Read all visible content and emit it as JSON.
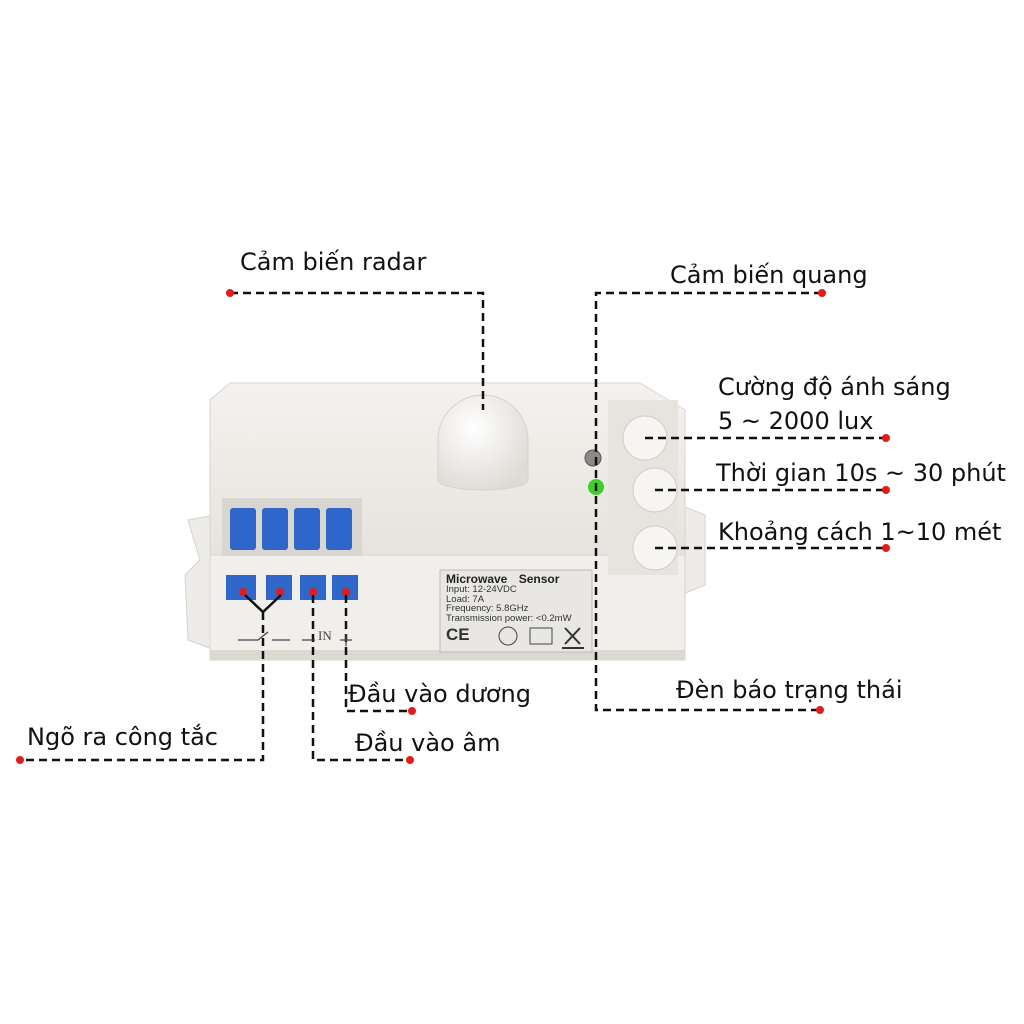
{
  "labels": {
    "radar": "Cảm biến radar",
    "light_sensor": "Cảm biến quang",
    "light_intensity": "Cường độ ánh sáng",
    "light_range": "5 ~ 2000 lux",
    "time": "Thời gian 10s ~ 30 phút",
    "distance": "Khoảng cách 1~10 mét",
    "status_led": "Đèn báo trạng thái",
    "positive_input": "Đầu vào dương",
    "negative_input": "Đầu vào âm",
    "switch_output": "Ngõ ra công tắc"
  },
  "device_label": {
    "title": "Microwave Sensor",
    "input": "Input: 12-24VDC",
    "load": "Load: 7A",
    "frequency": "Frequency: 5.8GHz",
    "power": "Transmission power: <0.2mW",
    "marks": "CE"
  },
  "pin_marking": "IN",
  "colors": {
    "dot": "#e41b1b",
    "terminal": "#2f66c9",
    "led": "#3fcf2a"
  }
}
